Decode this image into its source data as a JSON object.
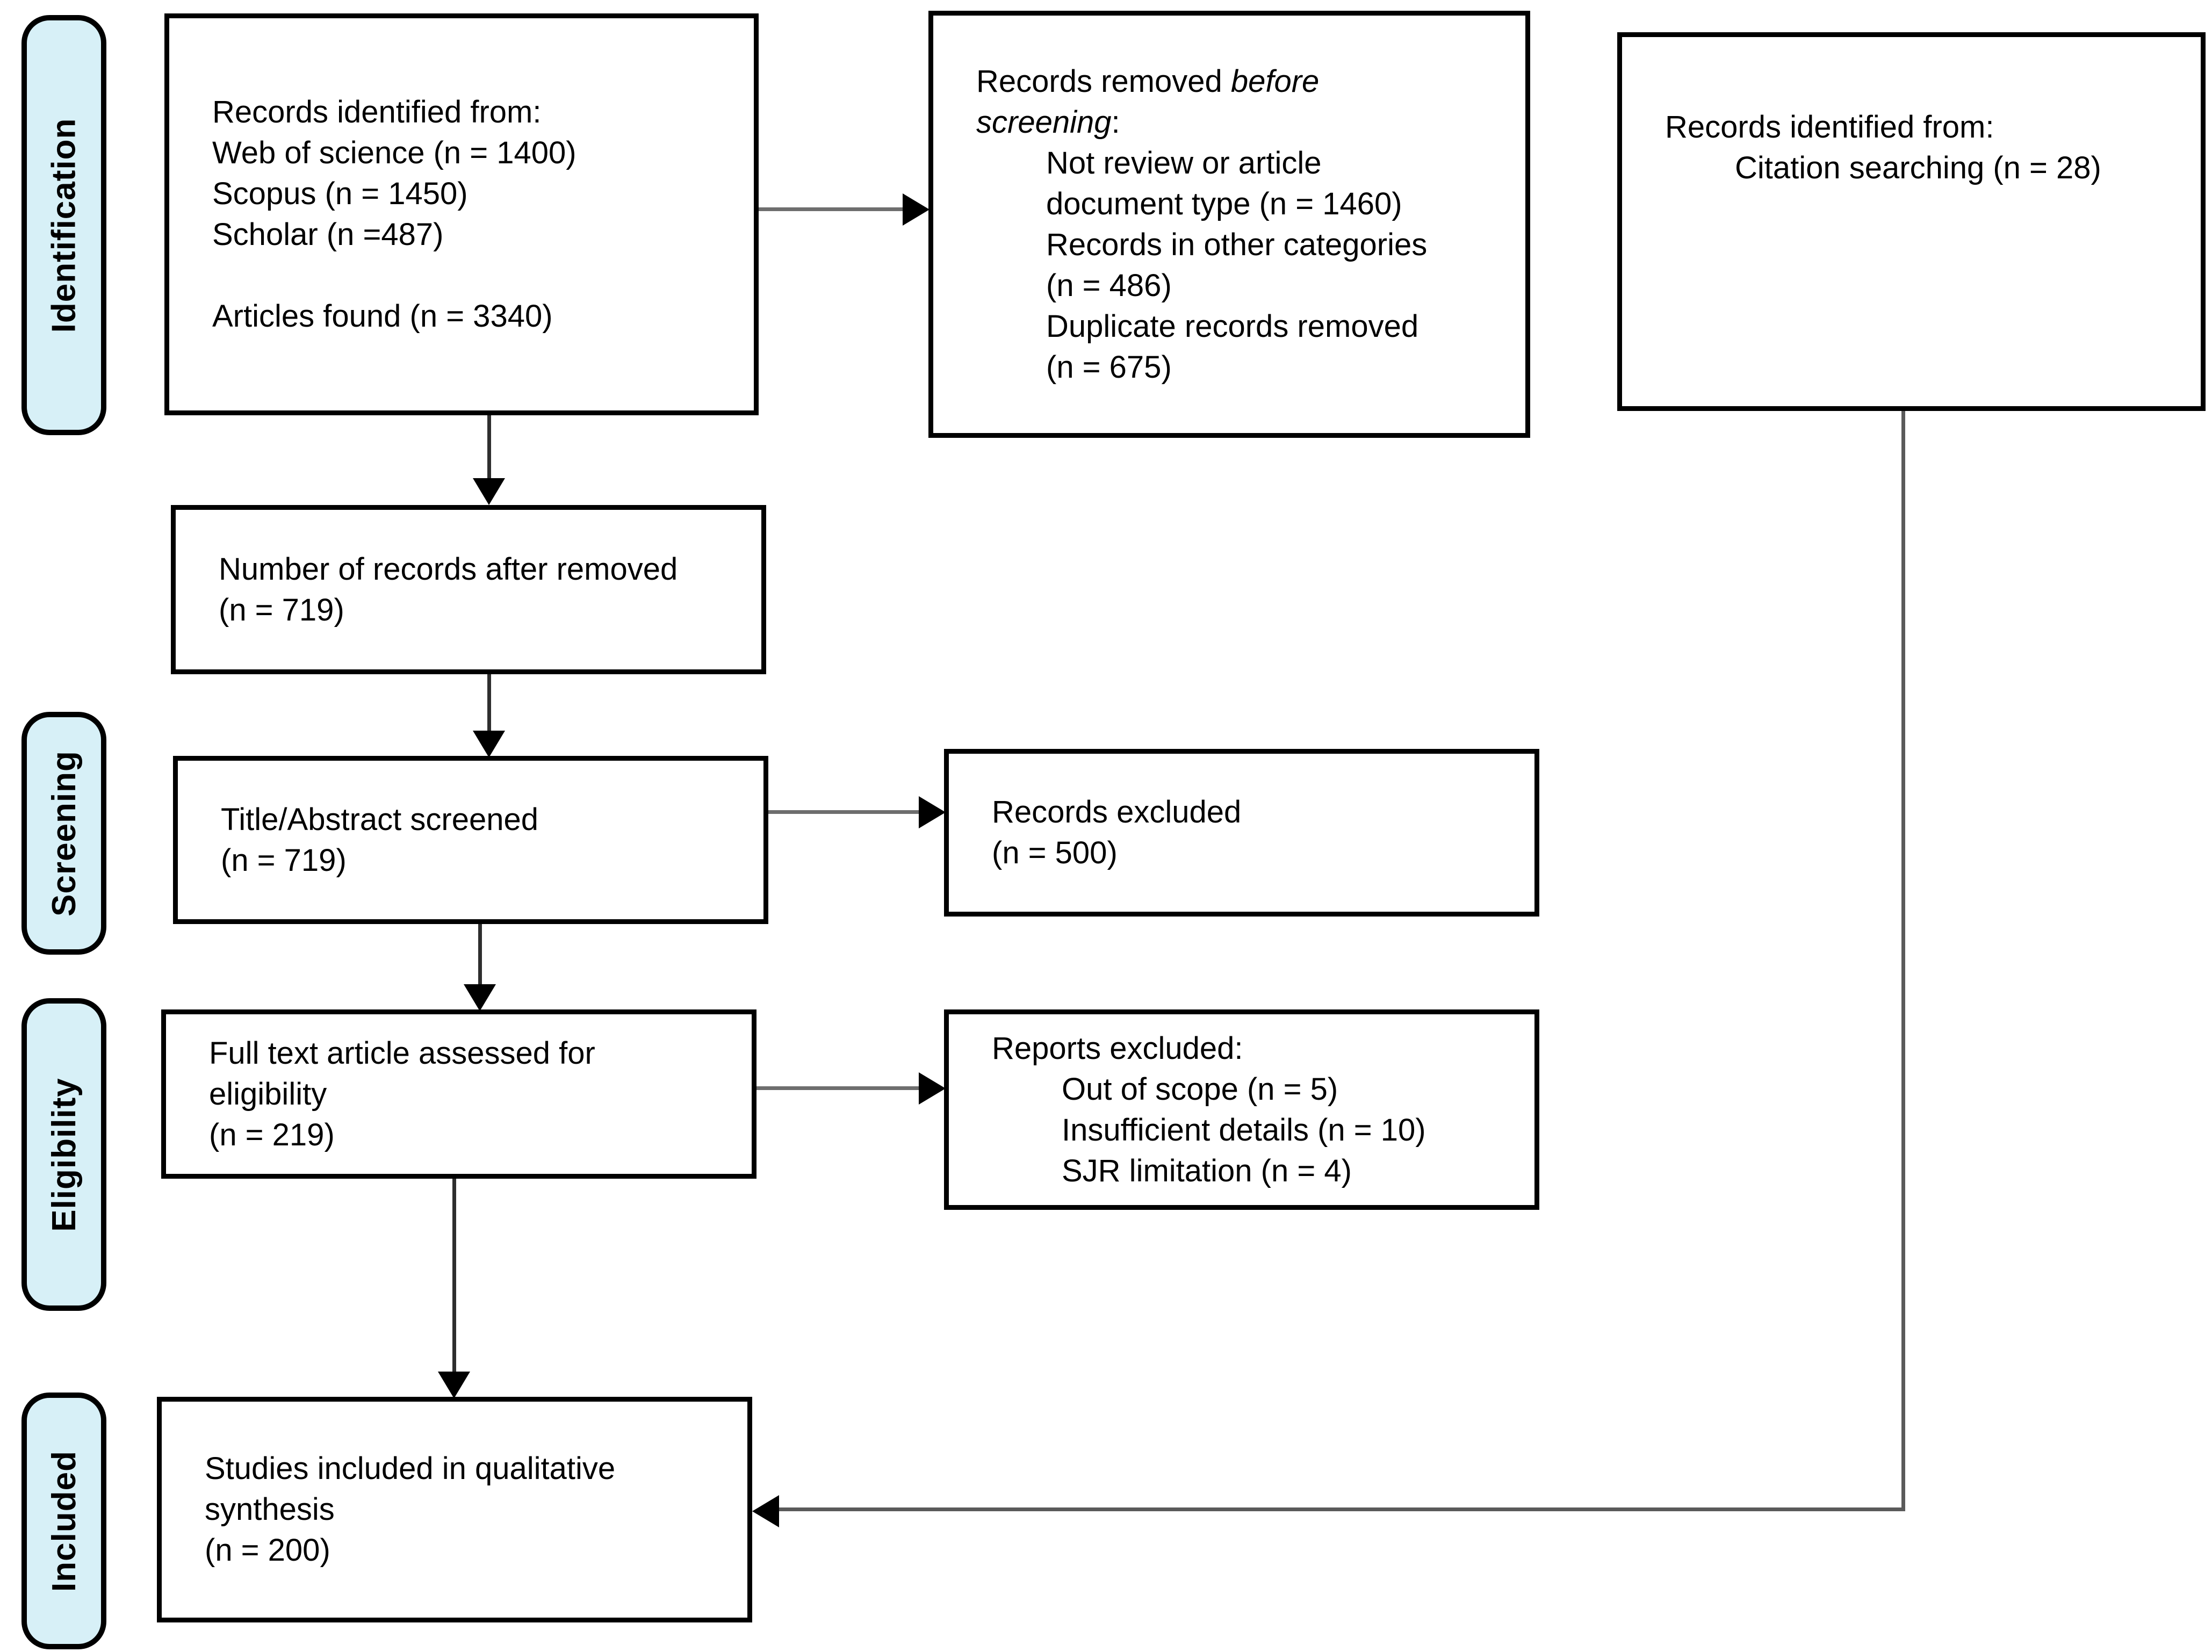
{
  "stages": {
    "identification": "Identification",
    "screening": "Screening",
    "eligibility": "Eligibility",
    "included": "Included"
  },
  "boxes": {
    "records_identified": {
      "line1": "Records identified from:",
      "line2": "Web of science (n = 1400)",
      "line3": "Scopus (n = 1450)",
      "line4": "Scholar (n =487)",
      "line5": "Articles found (n = 3340)"
    },
    "records_removed": {
      "heading_line1_prefix": "Records removed ",
      "heading_line1_italic": "before",
      "heading_line2_italic": "screening",
      "heading_line2_suffix": ":",
      "items": [
        [
          "Not review or article",
          "document type (n = 1460)"
        ],
        [
          "Records in other categories",
          "(n = 486)"
        ],
        [
          "Duplicate records removed",
          "(n = 675)"
        ]
      ]
    },
    "citation_records": {
      "line1": "Records identified from:",
      "line2": "Citation searching (n = 28)"
    },
    "records_after_removed": {
      "line1": "Number of records after removed",
      "line2": "(n = 719)"
    },
    "title_abstract": {
      "line1": "Title/Abstract screened",
      "line2": "(n = 719)"
    },
    "records_excluded": {
      "line1": "Records excluded",
      "line2": "(n = 500)"
    },
    "full_text": {
      "line1": "Full text article assessed for",
      "line2": "eligibility",
      "line3": "(n = 219)"
    },
    "reports_excluded": {
      "heading": "Reports excluded:",
      "items": [
        "Out of scope (n = 5)",
        "Insufficient details (n = 10)",
        "SJR limitation (n = 4)"
      ]
    },
    "studies_included": {
      "line1": "Studies included in qualitative",
      "line2": "synthesis",
      "line3": "(n = 200)"
    }
  },
  "colors": {
    "stage_fill": "#d7f0f7",
    "box_border": "#000000",
    "connector_line_gray": "#6e6e6e",
    "connector_line_dark": "#2e2e2e",
    "citation_path_gray": "#5a5a5a",
    "arrowhead": "#000000",
    "text": "#000000",
    "background": "#ffffff"
  }
}
